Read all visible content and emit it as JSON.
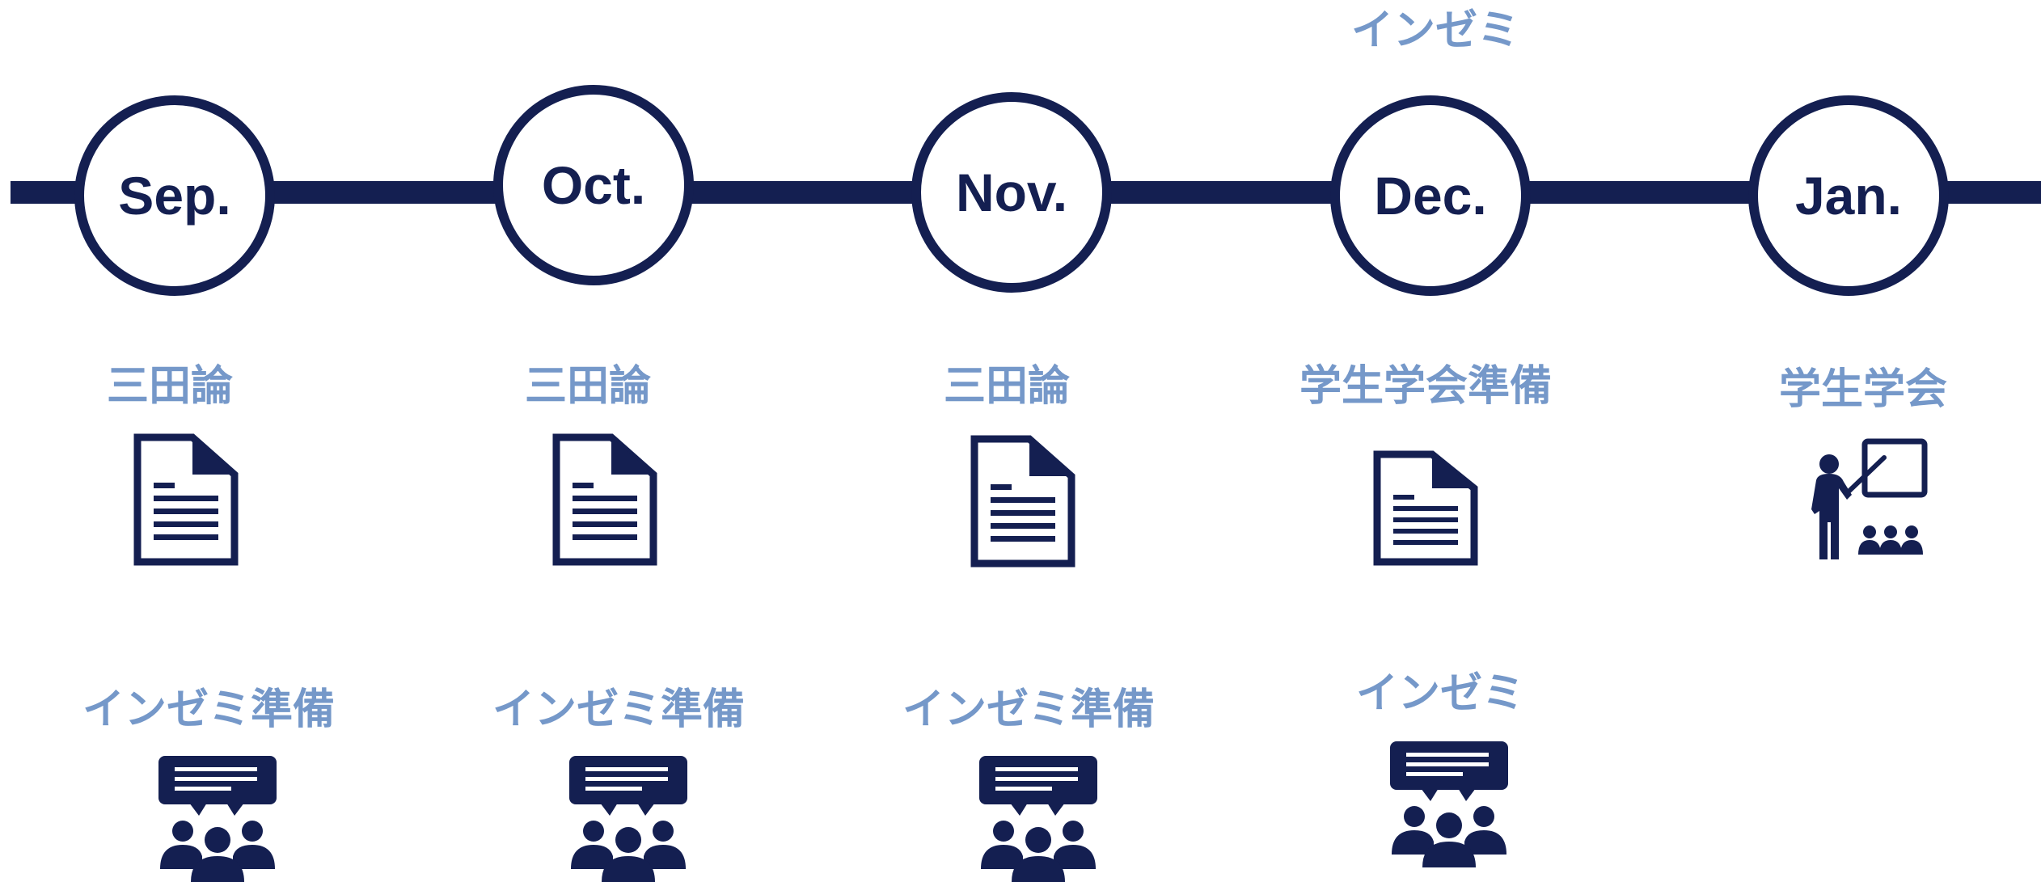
{
  "colors": {
    "navy": "#141f51",
    "caption_blue": "#7598c9"
  },
  "timeline": {
    "months": [
      {
        "label": "Sep."
      },
      {
        "label": "Oct."
      },
      {
        "label": "Nov."
      },
      {
        "label": "Dec."
      },
      {
        "label": "Jan."
      }
    ]
  },
  "top_note": {
    "label": "インゼミ"
  },
  "row1": [
    {
      "label": "三田論",
      "icon": "document-icon"
    },
    {
      "label": "三田論",
      "icon": "document-icon"
    },
    {
      "label": "三田論",
      "icon": "document-icon"
    },
    {
      "label": "学生学会準備",
      "icon": "document-icon"
    },
    {
      "label": "学生学会",
      "icon": "presenter-audience-icon"
    }
  ],
  "row2": [
    {
      "label": "インゼミ準備",
      "icon": "group-discussion-icon"
    },
    {
      "label": "インゼミ準備",
      "icon": "group-discussion-icon"
    },
    {
      "label": "インゼミ準備",
      "icon": "group-discussion-icon"
    },
    {
      "label": "インゼミ",
      "icon": "group-discussion-icon"
    }
  ]
}
